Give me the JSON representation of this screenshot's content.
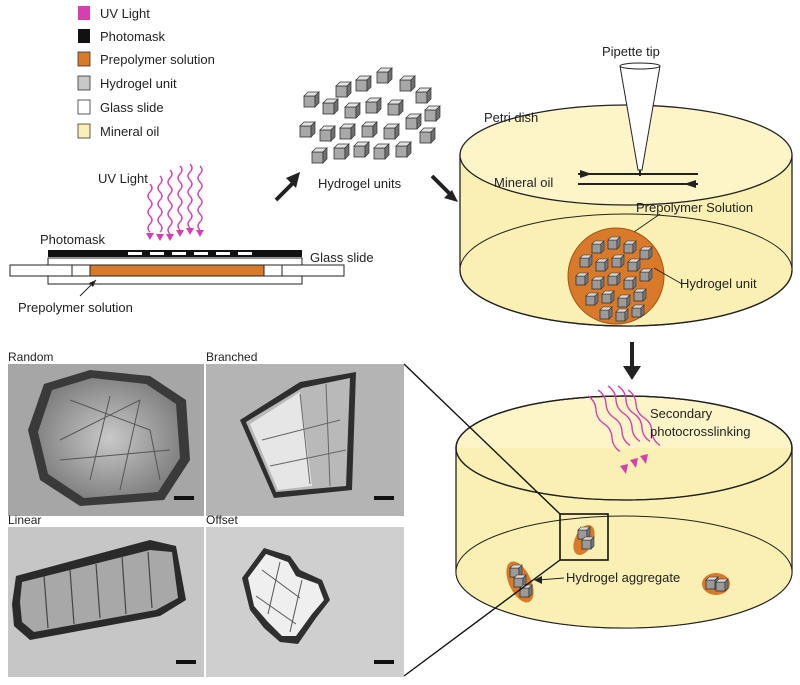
{
  "legend": [
    {
      "label": "UV Light",
      "color": "#d63fb0",
      "icon": "uv-light-swatch"
    },
    {
      "label": "Photomask",
      "color": "#111111",
      "icon": "photomask-swatch"
    },
    {
      "label": "Prepolymer solution",
      "color": "#d97a2b",
      "icon": "prepolymer-swatch"
    },
    {
      "label": "Hydrogel unit",
      "color": "#c8c8c8",
      "icon": "hydrogel-unit-swatch"
    },
    {
      "label": "Glass slide",
      "color": "#ffffff",
      "icon": "glass-slide-swatch"
    },
    {
      "label": "Mineral oil",
      "color": "#fbf0b3",
      "icon": "mineral-oil-swatch"
    }
  ],
  "fabrication": {
    "uv_label": "UV Light",
    "photomask_label": "Photomask",
    "glass_slide_label": "Glass slide",
    "prepolymer_label": "Prepolymer solution"
  },
  "units": {
    "label": "Hydrogel units"
  },
  "dish_top": {
    "pipette_label": "Pipette tip",
    "petri_label": "Petri dish",
    "oil_label": "Mineral oil",
    "prepolymer_label": "Prepolymer Solution",
    "unit_label": "Hydrogel unit"
  },
  "dish_bottom": {
    "crosslink_label_line1": "Secondary",
    "crosslink_label_line2": "photocrosslinking",
    "aggregate_label": "Hydrogel aggregate"
  },
  "micrographs": [
    {
      "label": "Random"
    },
    {
      "label": "Branched"
    },
    {
      "label": "Linear"
    },
    {
      "label": "Offset"
    }
  ],
  "colors": {
    "uv": "#d63fb0",
    "orange": "#d97a2b",
    "oil": "#fbf0b3",
    "black": "#111111"
  }
}
